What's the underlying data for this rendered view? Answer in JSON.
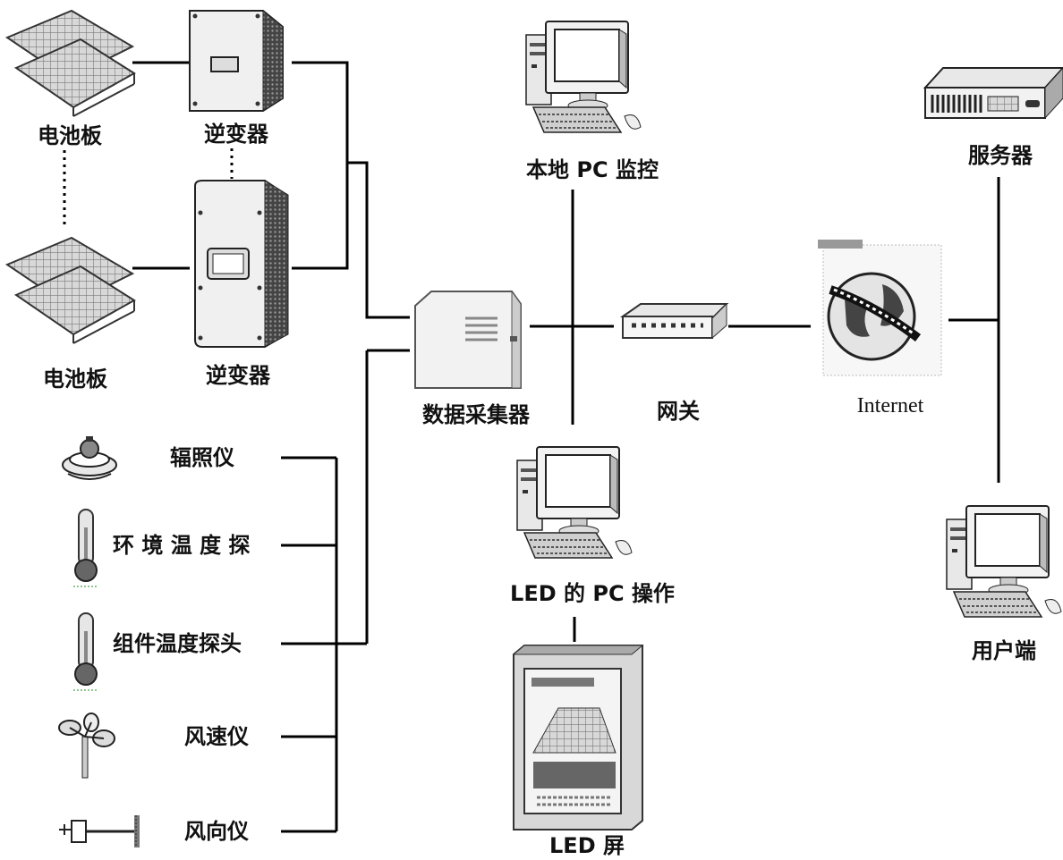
{
  "labels": {
    "panel_top": "电池板",
    "panel_bottom": "电池板",
    "inverter_top": "逆变器",
    "inverter_bottom": "逆变器",
    "irradiance_meter": "辐照仪",
    "ambient_temp_probe": "环 境 温 度 探",
    "module_temp_probe": "组件温度探头",
    "anemometer": "风速仪",
    "wind_vane": "风向仪",
    "data_collector": "数据采集器",
    "local_pc": "本地 PC 监控",
    "led_pc": "LED 的 PC 操作",
    "led_screen": "LED 屏",
    "gateway": "网关",
    "internet": "Internet",
    "server": "服务器",
    "client": "用户端"
  }
}
